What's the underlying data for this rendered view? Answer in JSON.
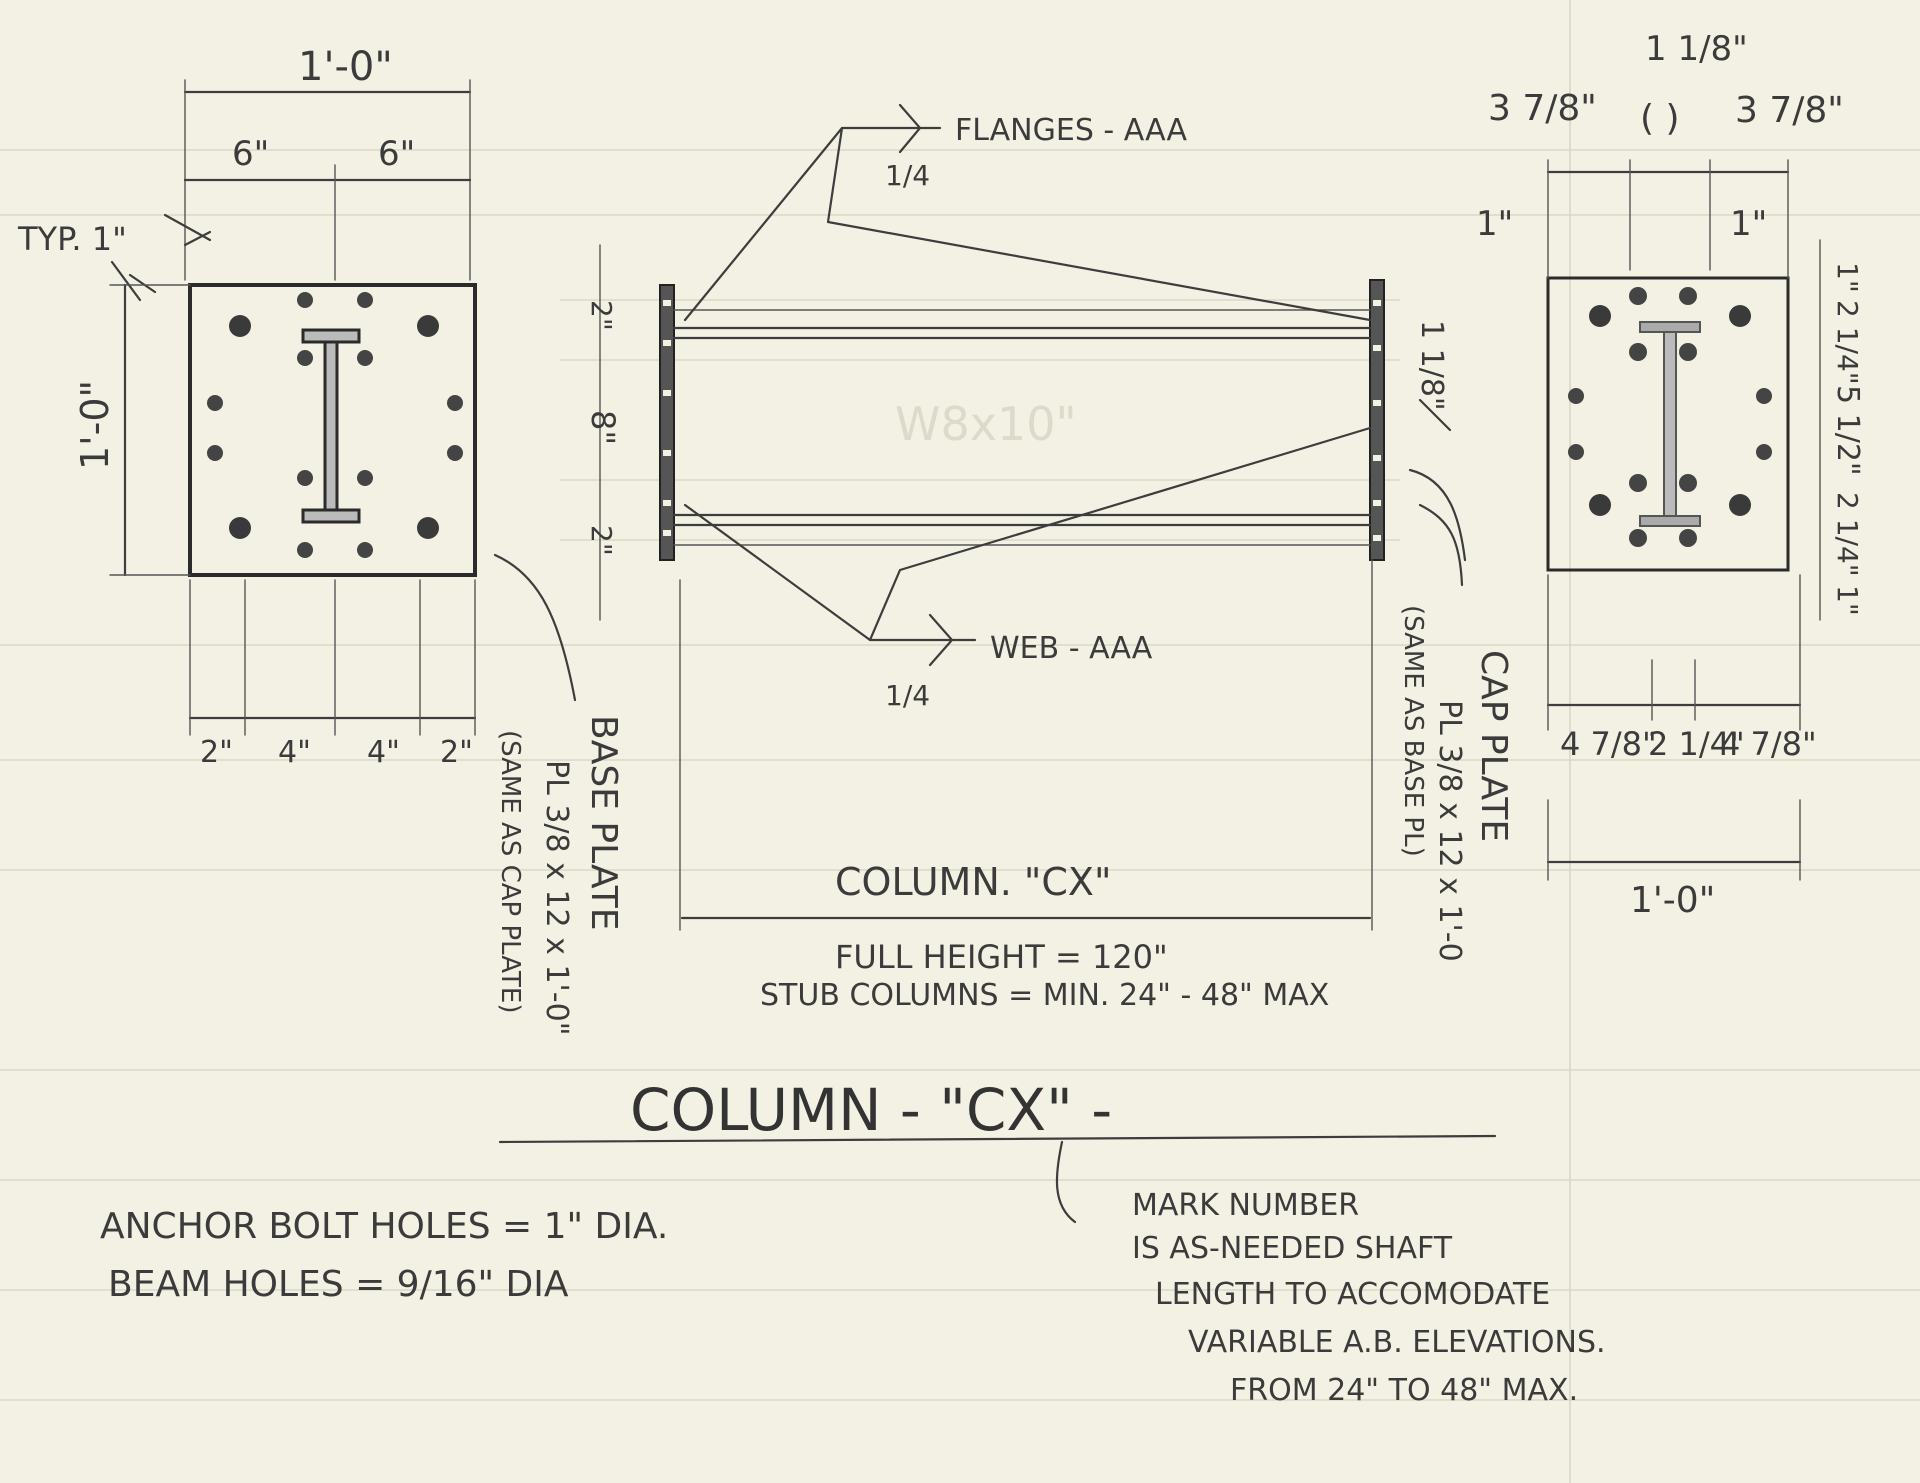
{
  "left_view": {
    "overall_width": "1'-0\"",
    "half_left": "6\"",
    "half_right": "6\"",
    "typ_label": "TYP. 1\"",
    "height": "1'-0\"",
    "bottom_dims": [
      "2\"",
      "4\"",
      "4\"",
      "2\""
    ]
  },
  "elevation": {
    "flange_weld": "FLANGES - AAA",
    "flange_weld_size": "1/4",
    "web_weld": "WEB - AAA",
    "web_weld_size": "1/4",
    "section_label": "W8x10\"",
    "left_dims": [
      "2\"",
      "8\"",
      "2\""
    ],
    "right_dim": "1 1/8\"",
    "title": "COLUMN. \"CX\"",
    "full_height": "FULL HEIGHT = 120\"",
    "stub_columns": "STUB COLUMNS = MIN. 24\" - 48\" MAX",
    "base_plate": [
      "BASE PLATE",
      "PL 3/8 x 12 x 1'-0\"",
      "(SAME AS CAP PLATE)"
    ],
    "cap_plate": [
      "CAP PLATE",
      "PL 3/8 x 12 x 1'-0",
      "(SAME AS BASE PL)"
    ]
  },
  "right_view": {
    "top_overall": "1 1/8\"",
    "top_left": "3 7/8\"",
    "top_mid": "(  )",
    "top_right": "3 7/8\"",
    "left_edge": "1\"",
    "right_edge": "1\"",
    "side_dims": [
      "1\"",
      "2 1/4\"",
      "5 1/2\"",
      "2 1/4\"",
      "1\""
    ],
    "bottom_dims": [
      "4 7/8\"",
      "2 1/4\"",
      "4 7/8\""
    ],
    "overall_width": "1'-0\""
  },
  "main_title": "COLUMN - \"CX\" -",
  "notes_left": [
    "ANCHOR BOLT HOLES = 1\" DIA.",
    "BEAM HOLES = 9/16\" DIA"
  ],
  "notes_right": [
    "MARK NUMBER",
    "IS AS-NEEDED SHAFT",
    "LENGTH TO ACCOMODATE",
    "VARIABLE A.B. ELEVATIONS.",
    "FROM 24\" TO 48\" MAX."
  ]
}
